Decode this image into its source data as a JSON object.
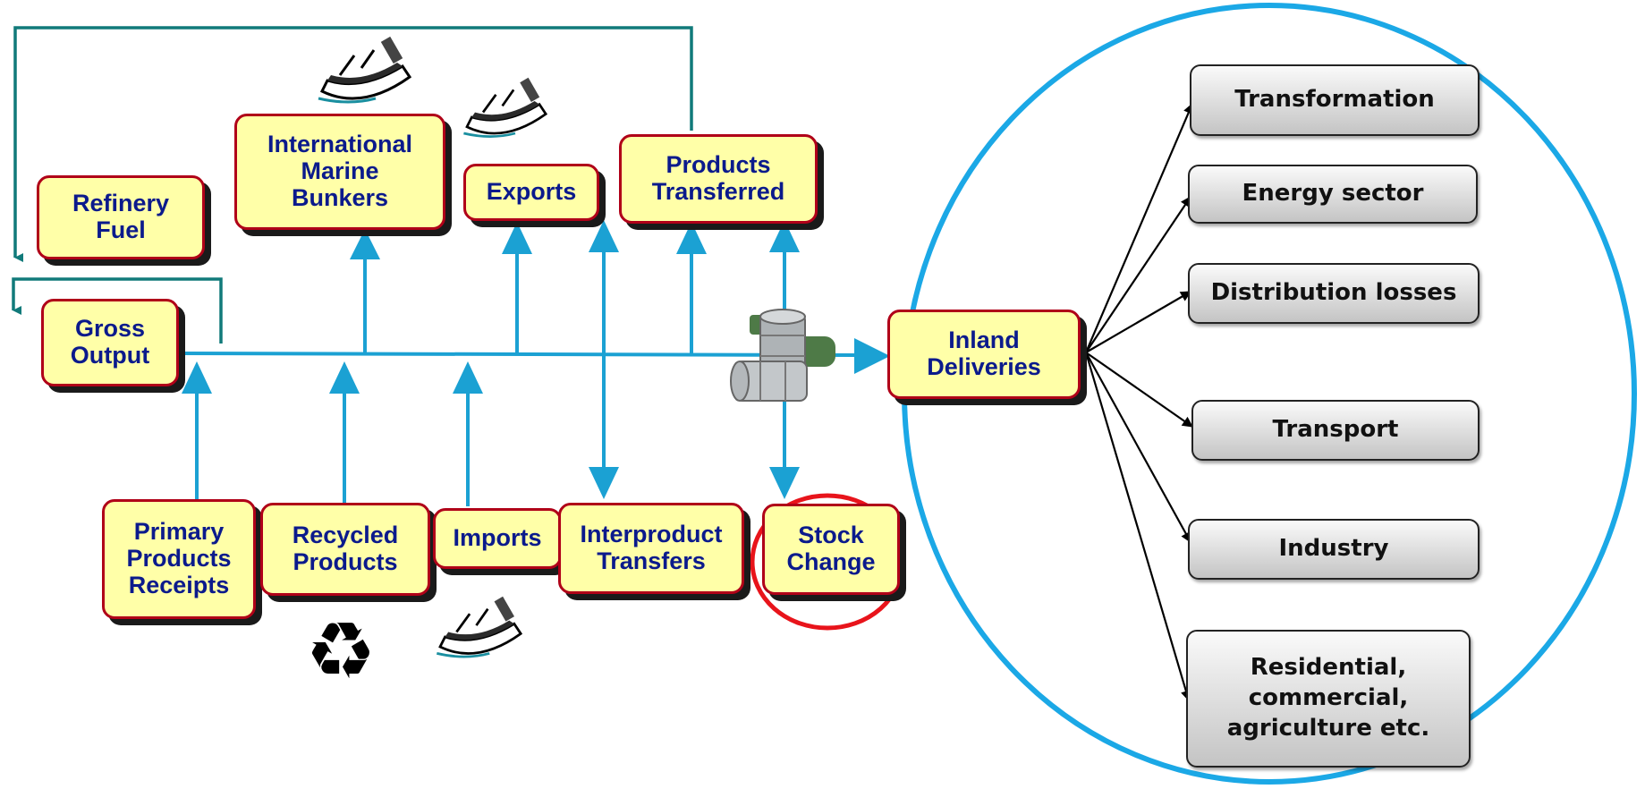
{
  "colors": {
    "box_fill": "#FFFFA8",
    "box_border": "#B00018",
    "box_text": "#0B1A8C",
    "flow_arrow": "#1BA1D3",
    "feedback_line": "#117A7A",
    "circle": "#1BA8E6",
    "highlight_ring": "#E8141B",
    "sector_box": "#D6D6D6"
  },
  "supply_boxes": {
    "refinery_fuel": "Refinery\nFuel",
    "international_marine_bunkers": "International\nMarine\nBunkers",
    "exports": "Exports",
    "products_transferred": "Products\nTransferred",
    "gross_output": "Gross\nOutput",
    "inland_deliveries": "Inland\nDeliveries",
    "primary_products_receipts": "Primary\nProducts\nReceipts",
    "recycled_products": "Recycled\nProducts",
    "imports": "Imports",
    "interproduct_transfers": "Interproduct\nTransfers",
    "stock_change": "Stock\nChange"
  },
  "sectors": [
    "Transformation",
    "Energy sector",
    "Distribution losses",
    "Transport",
    "Industry",
    "Residential,\ncommercial,\nagriculture etc."
  ],
  "icons": [
    "tanker-ship-icon",
    "oil-barrels-icon",
    "recycle-icon"
  ]
}
